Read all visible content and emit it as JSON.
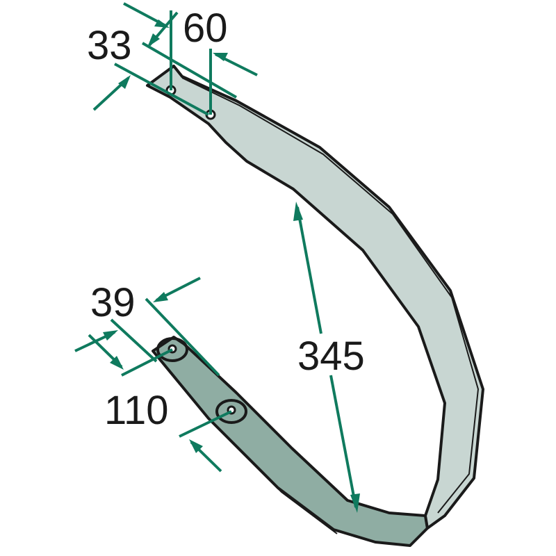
{
  "title": "Tine dimension drawing",
  "colors": {
    "outer_band": "#c8d6d2",
    "inner_band": "#8fada3",
    "outline": "#1a1a1a",
    "dimension": "#0f7a5e"
  },
  "dimensions": {
    "top_width": "33",
    "top_hole_spacing": "60",
    "bottom_width": "39",
    "bottom_hole_spacing": "110",
    "length": "345"
  }
}
